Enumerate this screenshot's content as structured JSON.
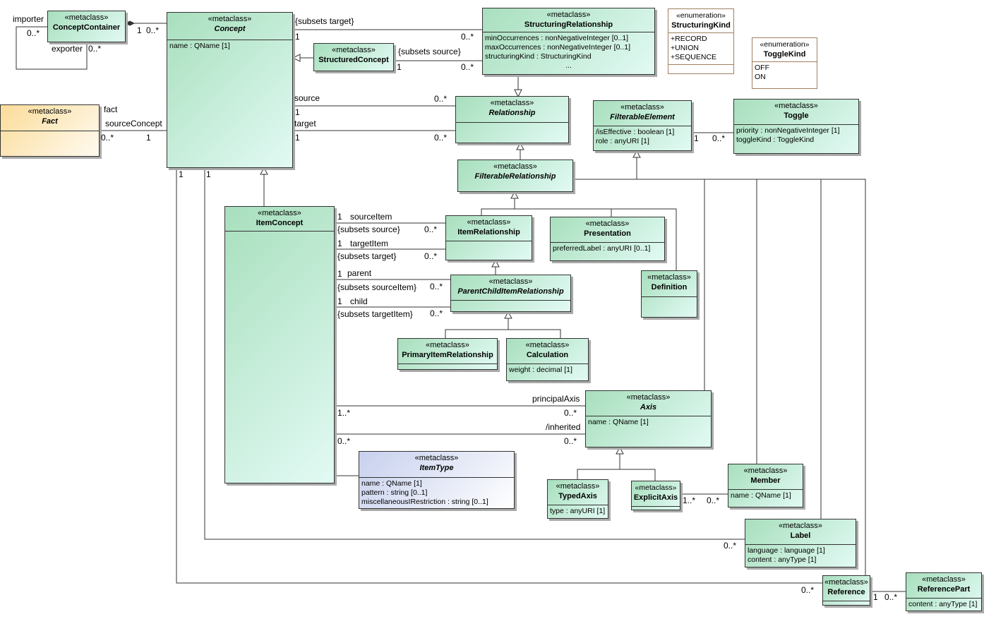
{
  "classes": {
    "conceptcontainer": {
      "stereo": "«metaclass»",
      "name": "ConceptContainer",
      "attrs": []
    },
    "concept": {
      "stereo": "«metaclass»",
      "name": "Concept",
      "attrs": [
        "name : QName [1]"
      ]
    },
    "structuredconcept": {
      "stereo": "«metaclass»",
      "name": "StructuredConcept",
      "attrs": []
    },
    "structuringrelationship": {
      "stereo": "«metaclass»",
      "name": "StructuringRelationship",
      "attrs": [
        "minOccurrences : nonNegativeInteger [0..1]",
        "maxOccurrences : nonNegativeInteger [0..1]",
        "structuringKind : StructuringKind",
        "..."
      ]
    },
    "structuringkind": {
      "stereo": "«enumeration»",
      "name": "StructuringKind",
      "attrs": [
        "+RECORD",
        "+UNION",
        "+SEQUENCE"
      ]
    },
    "togglekind": {
      "stereo": "«enumeration»",
      "name": "ToggleKind",
      "attrs": [
        "OFF",
        "ON"
      ]
    },
    "fact": {
      "stereo": "«metaclass»",
      "name": "Fact",
      "attrs": []
    },
    "relationship": {
      "stereo": "«metaclass»",
      "name": "Relationship",
      "attrs": []
    },
    "filterableelement": {
      "stereo": "«metaclass»",
      "name": "FilterableElement",
      "attrs": [
        "/isEffective : boolean [1]",
        "role : anyURI [1]"
      ]
    },
    "toggle": {
      "stereo": "«metaclass»",
      "name": "Toggle",
      "attrs": [
        "priority : nonNegativeInteger [1]",
        "toggleKind : ToggleKind"
      ]
    },
    "filterablerelationship": {
      "stereo": "«metaclass»",
      "name": "FilterableRelationship",
      "attrs": []
    },
    "itemconcept": {
      "stereo": "«metaclass»",
      "name": "ItemConcept",
      "attrs": []
    },
    "itemrelationship": {
      "stereo": "«metaclass»",
      "name": "ItemRelationship",
      "attrs": []
    },
    "presentation": {
      "stereo": "«metaclass»",
      "name": "Presentation",
      "attrs": [
        "preferredLabel : anyURI [0..1]"
      ]
    },
    "definition": {
      "stereo": "«metaclass»",
      "name": "Definition",
      "attrs": []
    },
    "parentchilditemrelationship": {
      "stereo": "«metaclass»",
      "name": "ParentChildItemRelationship",
      "attrs": []
    },
    "primaryitemrelationship": {
      "stereo": "«metaclass»",
      "name": "PrimaryItemRelationship",
      "attrs": []
    },
    "calculation": {
      "stereo": "«metaclass»",
      "name": "Calculation",
      "attrs": [
        "weight : decimal [1]"
      ]
    },
    "axis": {
      "stereo": "«metaclass»",
      "name": "Axis",
      "attrs": [
        "name : QName [1]"
      ]
    },
    "itemtype": {
      "stereo": "«metaclass»",
      "name": "ItemType",
      "attrs": [
        "name : QName [1]",
        "pattern : string [0..1]",
        "miscellaneousIRestriction : string [0..1]"
      ]
    },
    "typedaxis": {
      "stereo": "«metaclass»",
      "name": "TypedAxis",
      "attrs": [
        "type : anyURI [1]"
      ]
    },
    "explicitaxis": {
      "stereo": "«metaclass»",
      "name": "ExplicitAxis",
      "attrs": []
    },
    "member": {
      "stereo": "«metaclass»",
      "name": "Member",
      "attrs": [
        "name : QName [1]"
      ]
    },
    "label": {
      "stereo": "«metaclass»",
      "name": "Label",
      "attrs": [
        "language : language [1]",
        "content : anyType [1]"
      ]
    },
    "reference": {
      "stereo": "«metaclass»",
      "name": "Reference",
      "attrs": []
    },
    "referencepart": {
      "stereo": "«metaclass»",
      "name": "ReferencePart",
      "attrs": [
        "content : anyType [1]"
      ]
    }
  },
  "labels": {
    "importer": "importer",
    "cc_imp_mult": "0..*",
    "exporter": "exporter",
    "cc_exp_mult": "0..*",
    "cc_one": "1",
    "cc_many": "0..*",
    "subsets_target": "{subsets target}",
    "st_one": "1",
    "st_many": "0..*",
    "subsets_source": "{subsets source}",
    "ss_one": "1",
    "ss_many": "0..*",
    "source": "source",
    "src_one": "1",
    "src_many": "0..*",
    "target": "target",
    "tgt_one": "1",
    "tgt_many": "0..*",
    "fact": "fact",
    "source_concept": "sourceConcept",
    "fact_many": "0..*",
    "fact_one": "1",
    "concept_one_a": "1",
    "concept_one_b": "1",
    "fe_one": "1",
    "fe_many": "0..*",
    "si_one": "1",
    "source_item": "sourceItem",
    "si_subsets": "{subsets source}",
    "si_many": "0..*",
    "ti_one": "1",
    "target_item": "targetItem",
    "ti_subsets": "{subsets target}",
    "ti_many": "0..*",
    "p_one": "1",
    "parent": "parent",
    "p_subsets": "{subsets sourceItem}",
    "p_many": "0..*",
    "c_one": "1",
    "child": "child",
    "c_subsets": "{subsets targetItem}",
    "c_many": "0..*",
    "principal_axis": "principalAxis",
    "pa_left": "1..*",
    "pa_right": "0..*",
    "inherited": "/inherited",
    "inh_left": "0..*",
    "inh_right": "0..*",
    "ea_left": "1..*",
    "ea_right": "0..*",
    "label_many": "0..*",
    "ref_many": "0..*",
    "rp_one": "1",
    "rp_many": "0..*"
  },
  "colors": {
    "metaclass_fill": "#a8dfbd",
    "fact_fill": "#fbdc99",
    "itemtype_fill": "#c7d0ee",
    "line": "#333333"
  }
}
